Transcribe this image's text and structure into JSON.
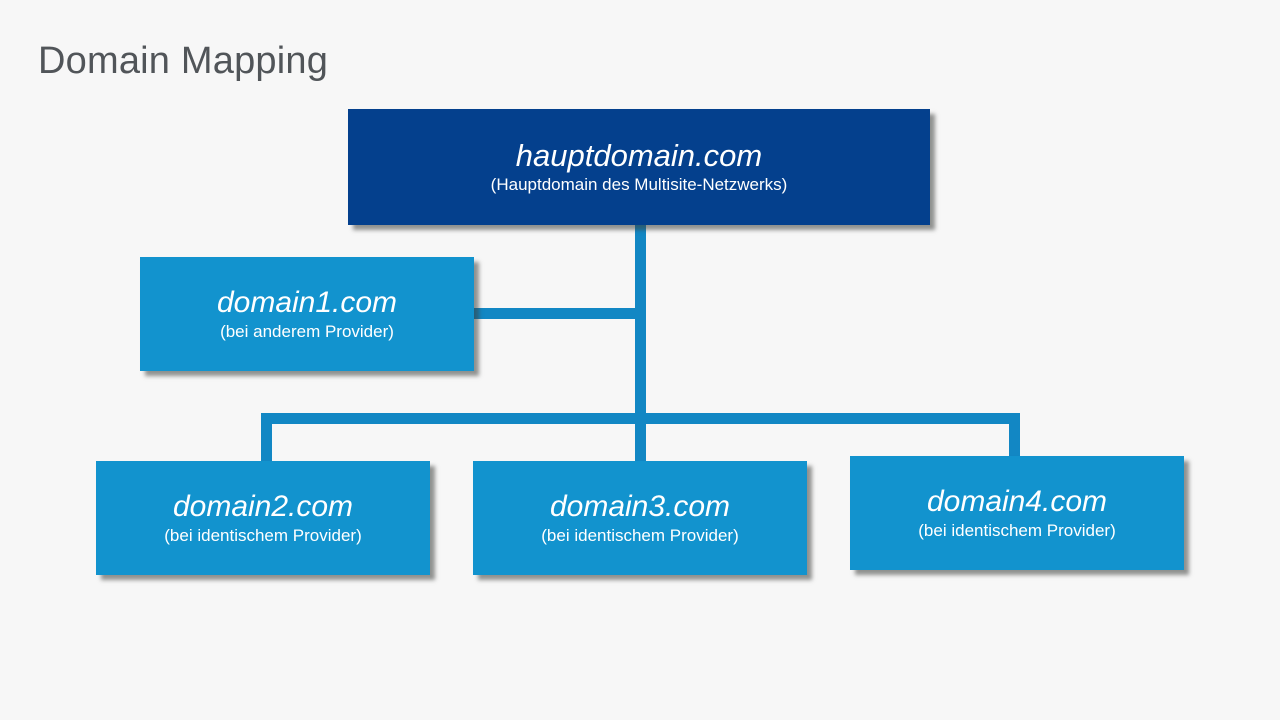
{
  "slide": {
    "title": "Domain Mapping",
    "background_color": "#f7f7f7",
    "title_color": "#515559"
  },
  "colors": {
    "root_box": "#04408d",
    "leaf_box": "#1293ce",
    "connector": "#1287c4",
    "text": "#ffffff"
  },
  "nodes": {
    "root": {
      "name": "hauptdomain.com",
      "description": "(Hauptdomain des Multisite-Netzwerks)"
    },
    "domain1": {
      "name": "domain1.com",
      "description": "(bei anderem Provider)"
    },
    "domain2": {
      "name": "domain2.com",
      "description": "(bei identischem Provider)"
    },
    "domain3": {
      "name": "domain3.com",
      "description": "(bei identischem Provider)"
    },
    "domain4": {
      "name": "domain4.com",
      "description": "(bei identischem Provider)"
    }
  },
  "connections": [
    {
      "from": "root",
      "to": "domain1"
    },
    {
      "from": "root",
      "to": "domain2"
    },
    {
      "from": "root",
      "to": "domain3"
    },
    {
      "from": "root",
      "to": "domain4"
    }
  ]
}
